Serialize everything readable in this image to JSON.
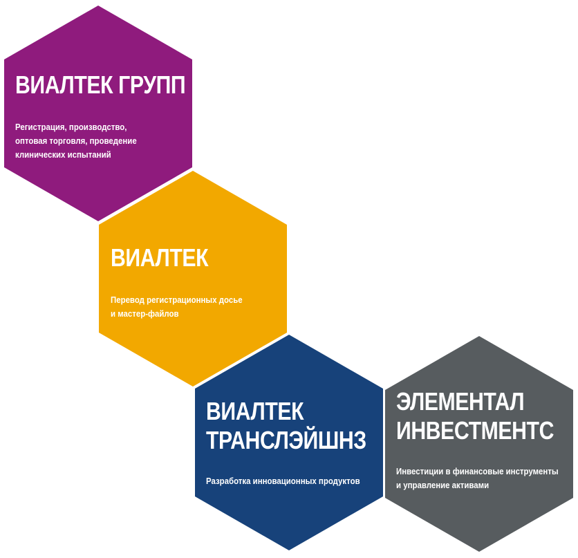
{
  "blocks": [
    {
      "title": [
        "ВИАЛТЕК ГРУПП"
      ],
      "description": [
        "Регистрация, производство,",
        "оптовая торговля, проведение",
        "клинических испытаний"
      ],
      "color": "#8f1b7d"
    },
    {
      "title": [
        "ВИАЛТЕК"
      ],
      "description": [
        "Перевод регистрационных досье",
        "и мастер-файлов"
      ],
      "color": "#f2a800"
    },
    {
      "title": [
        "ВИАЛТЕК",
        "ТРАНСЛЭЙШНЗ"
      ],
      "description": [
        "Разработка инновационных продуктов"
      ],
      "color": "#17427a"
    },
    {
      "title": [
        "ЭЛЕМЕНТАЛ",
        "ИНВЕСТМЕНТС"
      ],
      "description": [
        "Инвестиции в финансовые инструменты",
        "и управление активами"
      ],
      "color": "#575c5f"
    }
  ]
}
